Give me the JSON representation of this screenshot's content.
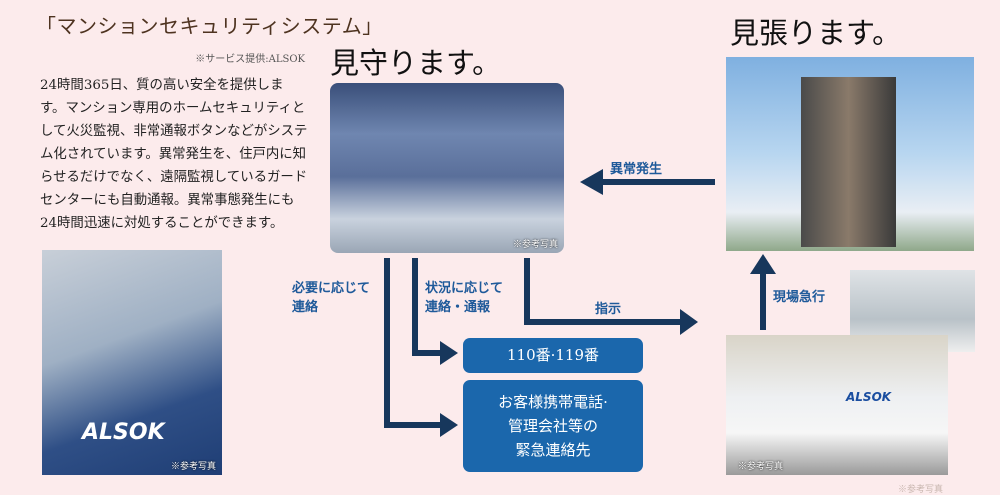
{
  "title": "「マンションセキュリティシステム」",
  "credit": "※サービス提供:ALSOK",
  "paragraph": "24時間365日、質の高い安全を提供します。マンション専用のホームセキュリティとして火災監視、非常通報ボタンなどがシステム化されています。異常発生を、住戸内に知らせるだけでなく、遠隔監視しているガードセンターにも自動通報。異常事態発生にも24時間迅速に対処することができます。",
  "photo_caption": "※参考写真",
  "logo_text": "ALSOK",
  "headings": {
    "watch": "見守ります。",
    "guard": "見張ります。"
  },
  "labels": {
    "anomaly": "異常発生",
    "rush": "現場急行",
    "instruct": "指示",
    "as_needed_1": "必要に応じて",
    "as_needed_2": "連絡",
    "situation_1": "状況に応じて",
    "situation_2": "連絡・通報"
  },
  "boxes": {
    "emergency": "110番·119番",
    "contacts_1": "お客様携帯電話·",
    "contacts_2": "管理会社等の",
    "contacts_3": "緊急連絡先"
  },
  "colors": {
    "background": "#fcebec",
    "arrow": "#17375c",
    "box": "#1b67ac",
    "label": "#1f5a9a"
  }
}
